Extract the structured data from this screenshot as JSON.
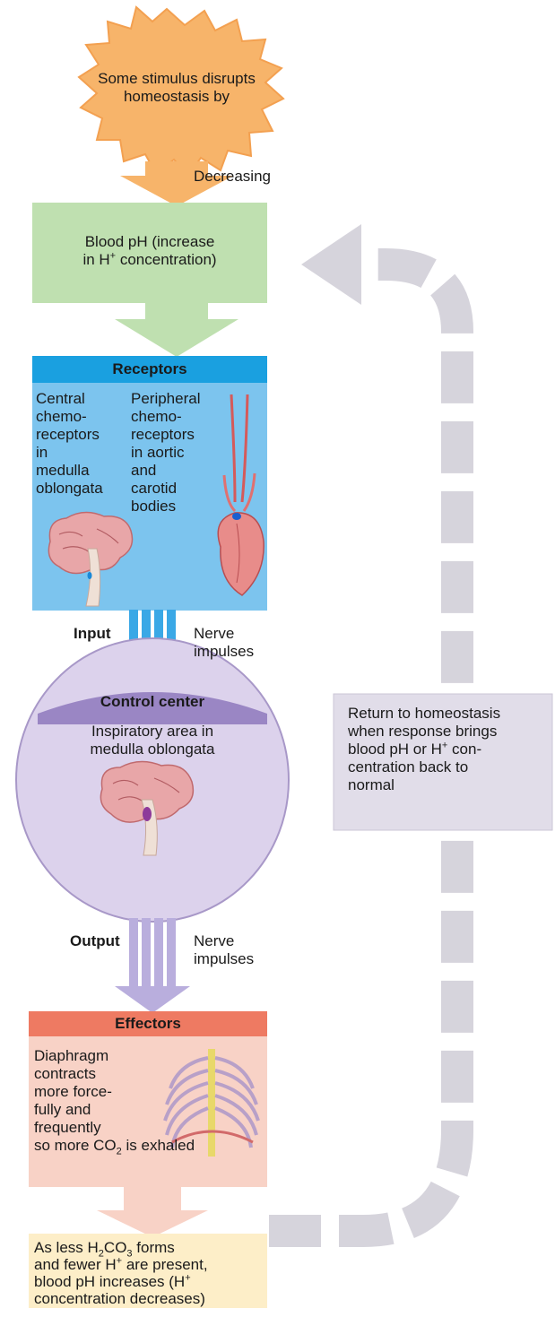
{
  "stimulus": {
    "line1": "Some stimulus disrupts",
    "line2": "homeostasis by",
    "arrow_label": "Decreasing"
  },
  "controlled_condition": {
    "line1": "Blood pH (increase",
    "line2_prefix": "in H",
    "line2_sup": "+",
    "line2_suffix": " concentration)"
  },
  "receptors": {
    "header": "Receptors",
    "central_lines": [
      "Central",
      "chemo-",
      "receptors",
      "in",
      "medulla",
      "oblongata"
    ],
    "peripheral_lines": [
      "Peripheral",
      "chemo-",
      "receptors",
      "in aortic",
      "and",
      "carotid",
      "bodies"
    ]
  },
  "input": {
    "label": "Input",
    "nerve_line1": "Nerve",
    "nerve_line2": "impulses"
  },
  "control_center": {
    "header": "Control center",
    "line1": "Inspiratory area in",
    "line2": "medulla oblongata"
  },
  "output": {
    "label": "Output",
    "nerve_line1": "Nerve",
    "nerve_line2": "impulses"
  },
  "effectors": {
    "header": "Effectors",
    "lines": [
      "Diaphragm",
      "contracts",
      "more force-",
      "fully and",
      "frequently"
    ],
    "last_prefix": "so more CO",
    "last_sub": "2",
    "last_suffix": " is exhaled"
  },
  "response": {
    "l1_a": "As less H",
    "l1_sub1": "2",
    "l1_b": "CO",
    "l1_sub2": "3",
    "l1_c": " forms",
    "l2_a": "and fewer H",
    "l2_sup": "+",
    "l2_b": " are present,",
    "l3_a": "blood pH increases (H",
    "l3_sup": "+",
    "l4": "concentration decreases)"
  },
  "return_box": {
    "line1": "Return to homeostasis",
    "line2": "when response brings",
    "l3_a": "blood pH or H",
    "l3_sup": "+",
    "l3_b": " con-",
    "line4": "centration back to",
    "line5": "normal"
  },
  "colors": {
    "stimulus_burst": "#f7b46a",
    "condition_box": "#bfe0b0",
    "receptors_box": "#7cc4ee",
    "receptors_header": "#1aa0e0",
    "control_center": "#dcd2ec",
    "control_header": "#9a86c4",
    "effectors_box": "#f8d2c6",
    "effectors_header": "#ee7a62",
    "response_box": "#fdeec8",
    "return_box": "#e1dde9",
    "feedback_loop": "#d6d4dc"
  }
}
